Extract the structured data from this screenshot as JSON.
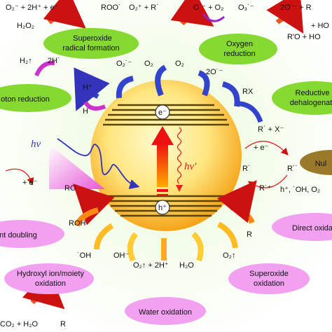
{
  "colors": {
    "green_oval": "#86d930",
    "pink_oval": "#f2a0f0",
    "brown_oval": "#9a7a2a",
    "sphere_core": "#fff3a0",
    "sphere_edge": "#f5a51a",
    "band": "#5a4500",
    "excitation_arrow": "#ee1111",
    "emission": "#ee2222",
    "light": "#5555dd"
  },
  "ovals": {
    "superoxide_formation": [
      "Superoxide",
      "radical formation"
    ],
    "oxygen_reduction": [
      "Oxygen",
      "reduction"
    ],
    "proton_reduction": "oton reduction",
    "reductive": [
      "Reductive",
      "dehalogenat"
    ],
    "nul": "Nul",
    "ant_doubling": "nt doubling",
    "direct_oxidation": "Direct oxida",
    "hydroxyl": [
      "Hydroxyl ion/moiety",
      "oxidation"
    ],
    "superoxide_oxidation": [
      "Superoxide",
      "oxidation"
    ],
    "water_oxidation": "Water oxidation"
  },
  "labels": {
    "top_eq1": "O₂⁻ + 2H⁺ + e⁻",
    "roo": "ROO˙",
    "o2_r": "O₂⁺ + R˙",
    "o_o2": "O˙⁻ + O₂",
    "o3": "O₃˙⁻",
    "two_o_r": "2O˙⁻ + R",
    "h2o2": "H₂O₂",
    "hh": "+ HO",
    "ro_ho": "R'O + HO",
    "h2": "H₂↑",
    "two_h": "2H˙",
    "o2_minus": "O₂˙⁻",
    "o2a": "O₂",
    "o2b": "O₂",
    "two_o_minus": "2O˙⁻",
    "hplus": "H⁺",
    "rx": "RX",
    "hdot": "H˙",
    "rx_prod": "R˙ + X⁻",
    "electron": "e⁻",
    "hole": "h⁺",
    "hv": "hv",
    "hv_prime": "hv'",
    "e_plus_left": "+ e⁻",
    "e_plus_right": "+ e⁻",
    "r_dot": "R˙",
    "r_dd": "R˙˙",
    "h_oh_o2": "h⁺, ˙OH, O₂",
    "ro_dot": "RO˙",
    "r_plus": "R˙⁺",
    "roh": "ROH",
    "oh_dot": "˙OH",
    "oh_minus": "OH⁻",
    "o2_2h": "O₂↑ + 2H⁺",
    "h2o": "H₂O",
    "o2_up": "O₂↑",
    "r_final": "R",
    "co2": "CO₂ + H₂O",
    "r_bottom": "R"
  }
}
